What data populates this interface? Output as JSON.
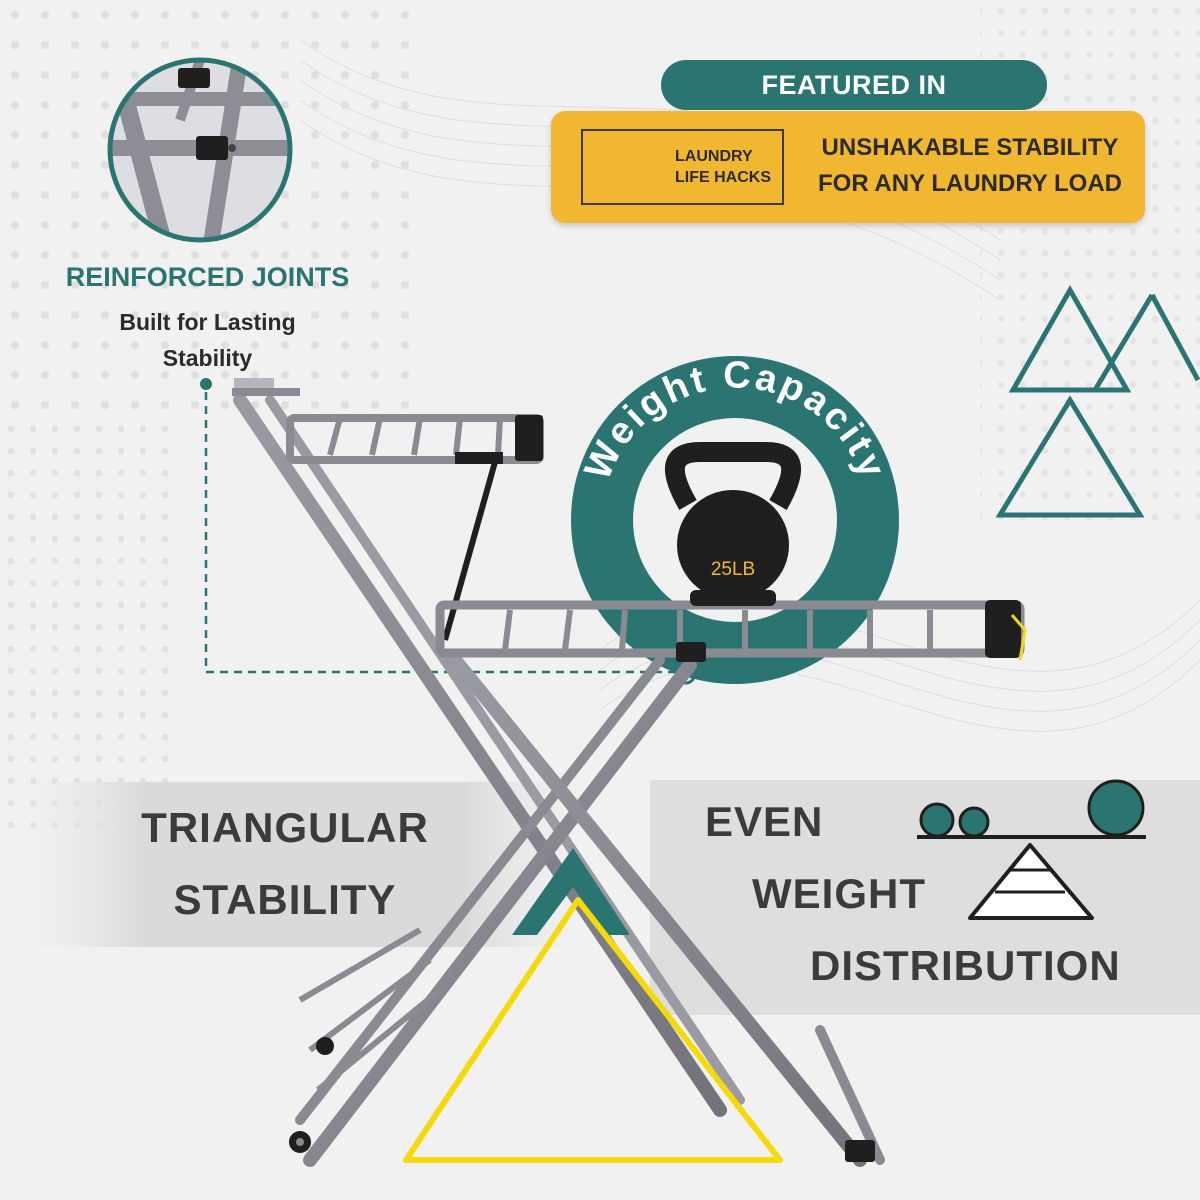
{
  "featured": {
    "pill_label": "FEATURED IN",
    "logo_line1": "LAUNDRY",
    "logo_line2": "LIFE HACKS",
    "headline_line1": "UNSHAKABLE STABILITY",
    "headline_line2": "FOR ANY LAUNDRY LOAD"
  },
  "reinforced": {
    "title": "REINFORCED JOINTS",
    "subtitle_line1": "Built for Lasting",
    "subtitle_line2": "Stability"
  },
  "weight": {
    "ring_label": "Weight Capacity",
    "kettlebell_label": "25LB"
  },
  "triangular": {
    "line1": "TRIANGULAR",
    "line2": "STABILITY"
  },
  "distribution": {
    "line1": "EVEN",
    "line2": "WEIGHT",
    "line3": "DISTRIBUTION"
  },
  "colors": {
    "teal": "#2a7572",
    "yellow": "#f2b731",
    "triangle_yellow": "#f5d90a",
    "frame_gray": "#8a8a92",
    "text_dark": "#3b3b3b"
  },
  "icons": [
    "lightbulb-icon",
    "triangle-outline-icon",
    "balance-scale-icon",
    "kettlebell-icon"
  ]
}
